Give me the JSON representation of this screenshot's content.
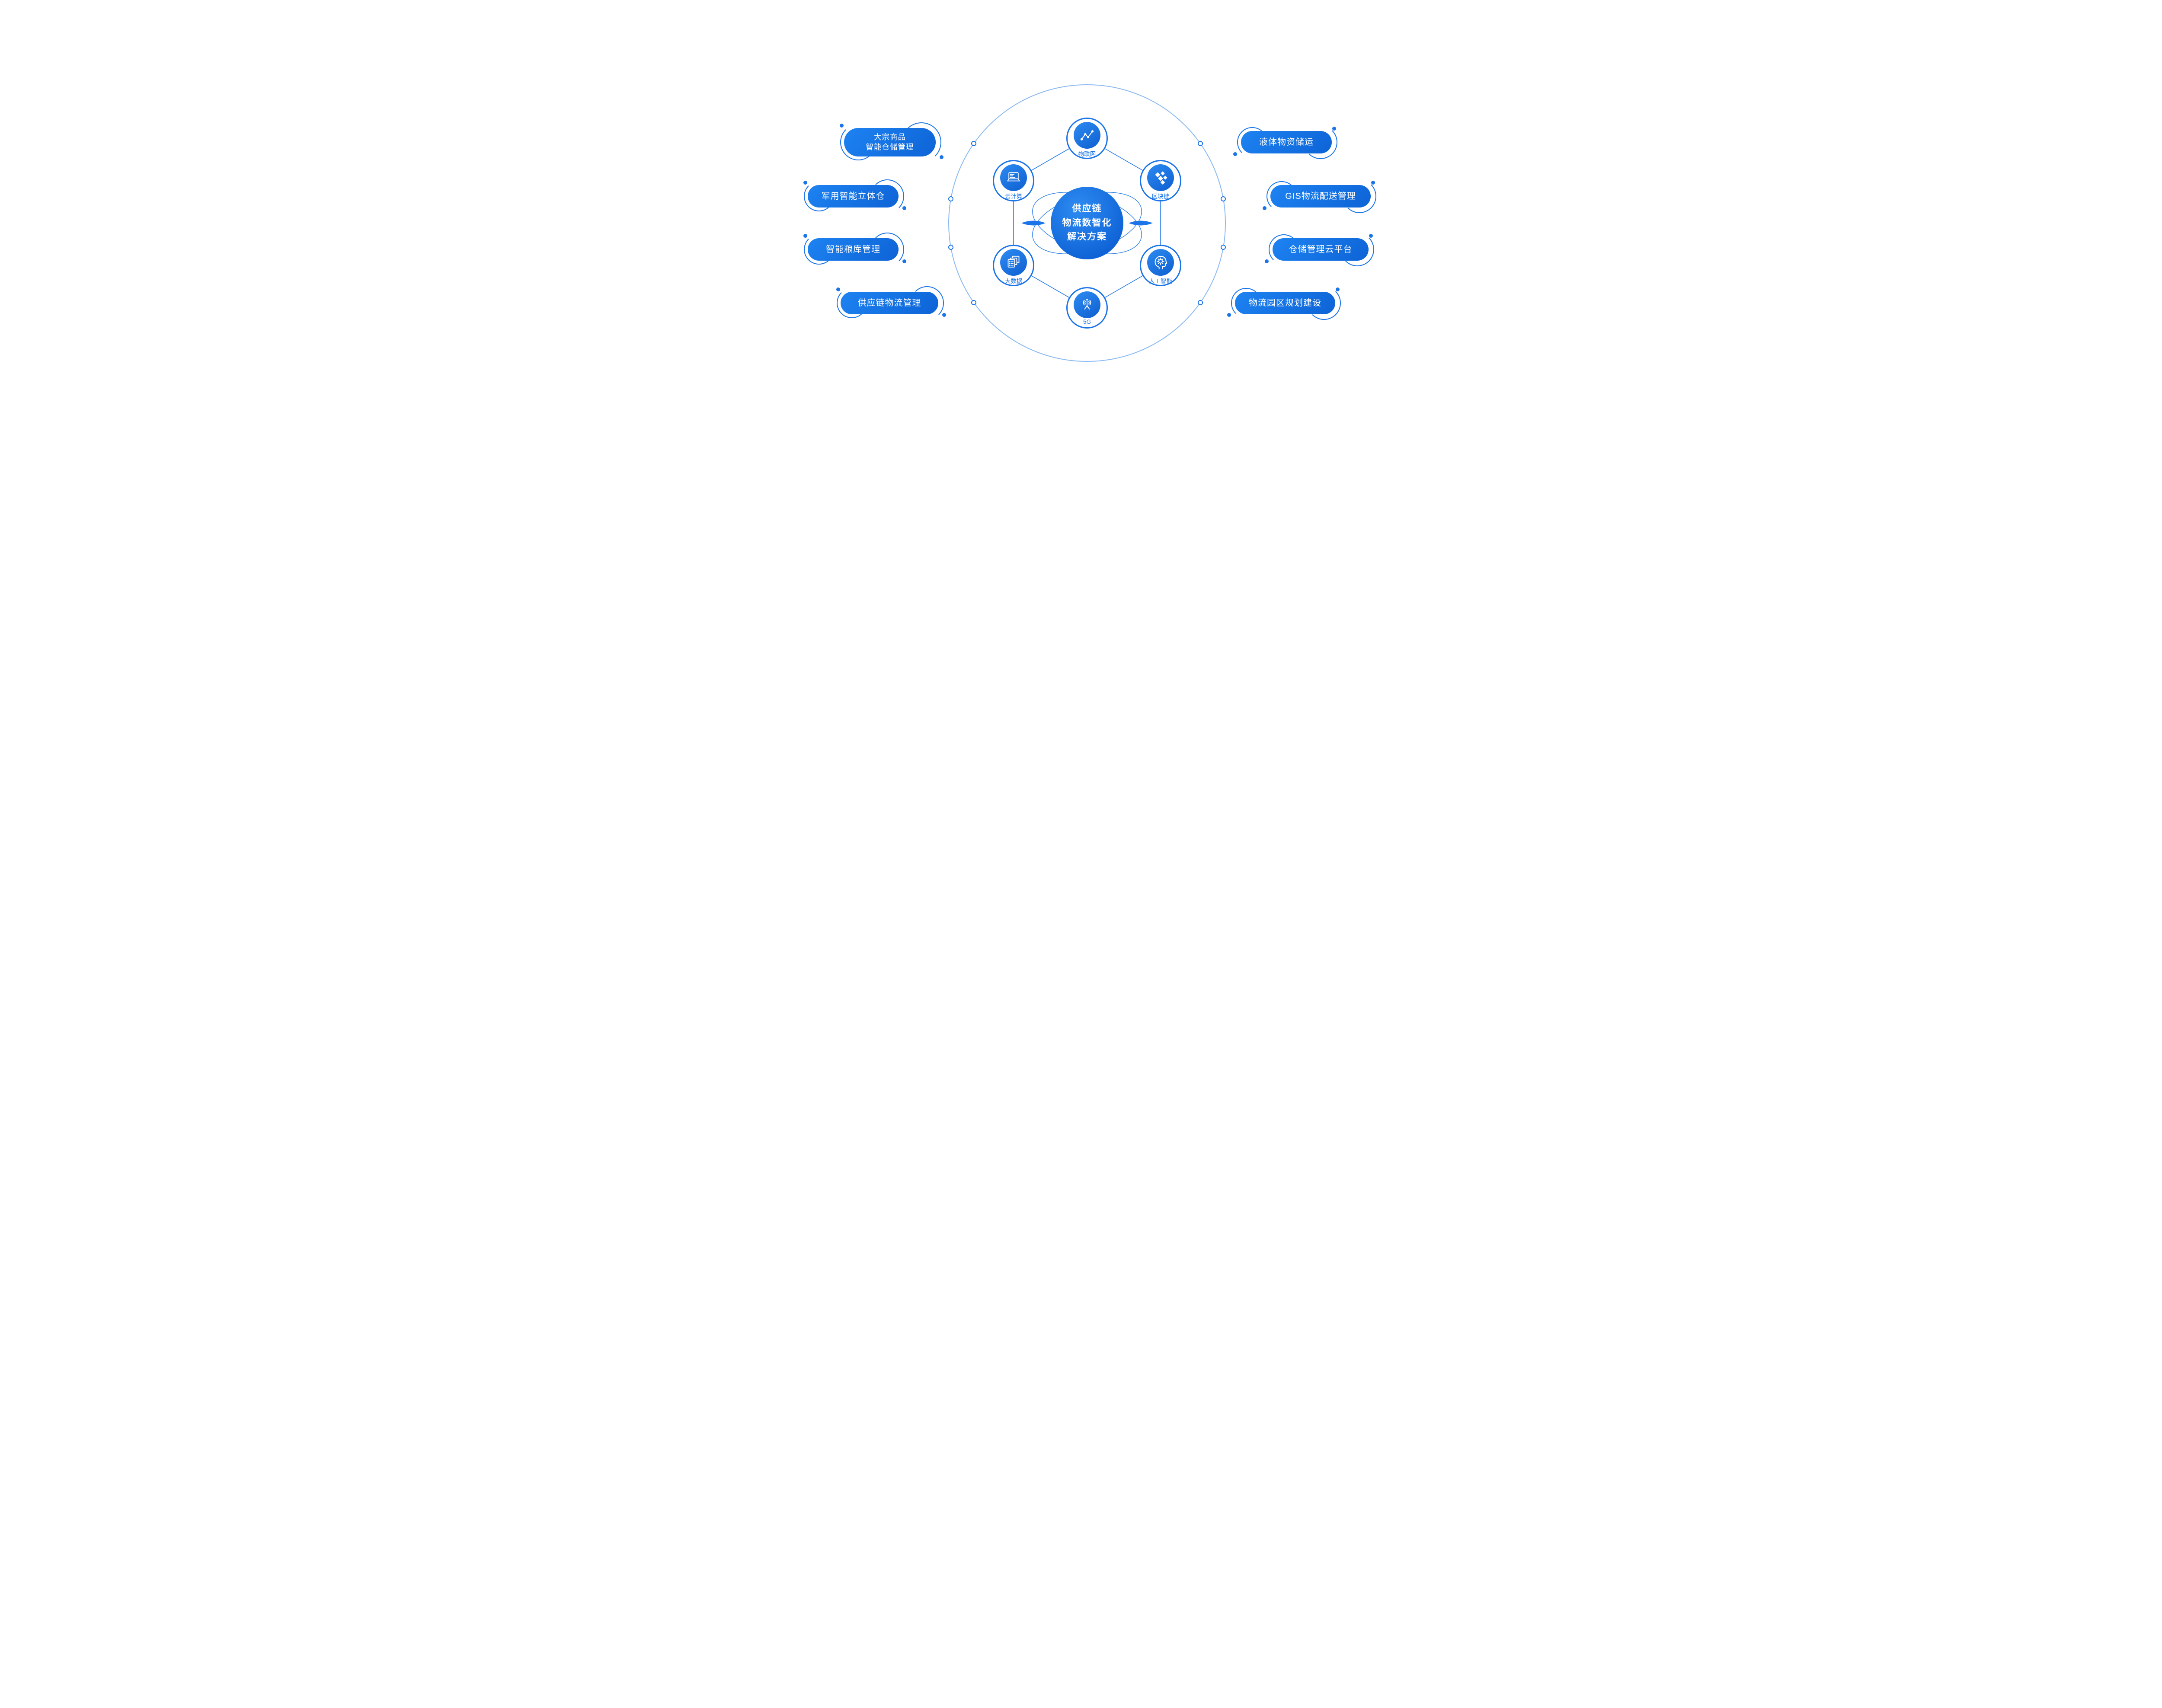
{
  "diagram": {
    "center": {
      "lines": [
        "供应链",
        "物流数智化",
        "解决方案"
      ]
    },
    "nodes": [
      {
        "label": "物联网",
        "icon": "iot-icon"
      },
      {
        "label": "区块链",
        "icon": "blockchain-icon"
      },
      {
        "label": "人工智能",
        "icon": "ai-head-icon"
      },
      {
        "label": "5G",
        "icon": "antenna-5g-icon"
      },
      {
        "label": "大数据",
        "icon": "big-data-icon"
      },
      {
        "label": "云计算",
        "icon": "cloud-computing-laptop-icon"
      }
    ],
    "left_pills": [
      {
        "lines": [
          "大宗商品",
          "智能仓储管理"
        ]
      },
      {
        "lines": [
          "军用智能立体仓"
        ]
      },
      {
        "lines": [
          "智能粮库管理"
        ]
      },
      {
        "lines": [
          "供应链物流管理"
        ]
      }
    ],
    "right_pills": [
      {
        "lines": [
          "液体物资储运"
        ]
      },
      {
        "lines": [
          "GIS物流配送管理"
        ]
      },
      {
        "lines": [
          "仓储管理云平台"
        ]
      },
      {
        "lines": [
          "物流园区规划建设"
        ]
      }
    ],
    "colors": {
      "primary": "#1b74e8",
      "pill_gradient_start": "#1e83f2",
      "pill_gradient_end": "#0d63d6",
      "outer_ring": "#8cbaf3",
      "text_on_blue": "#ffffff"
    }
  }
}
